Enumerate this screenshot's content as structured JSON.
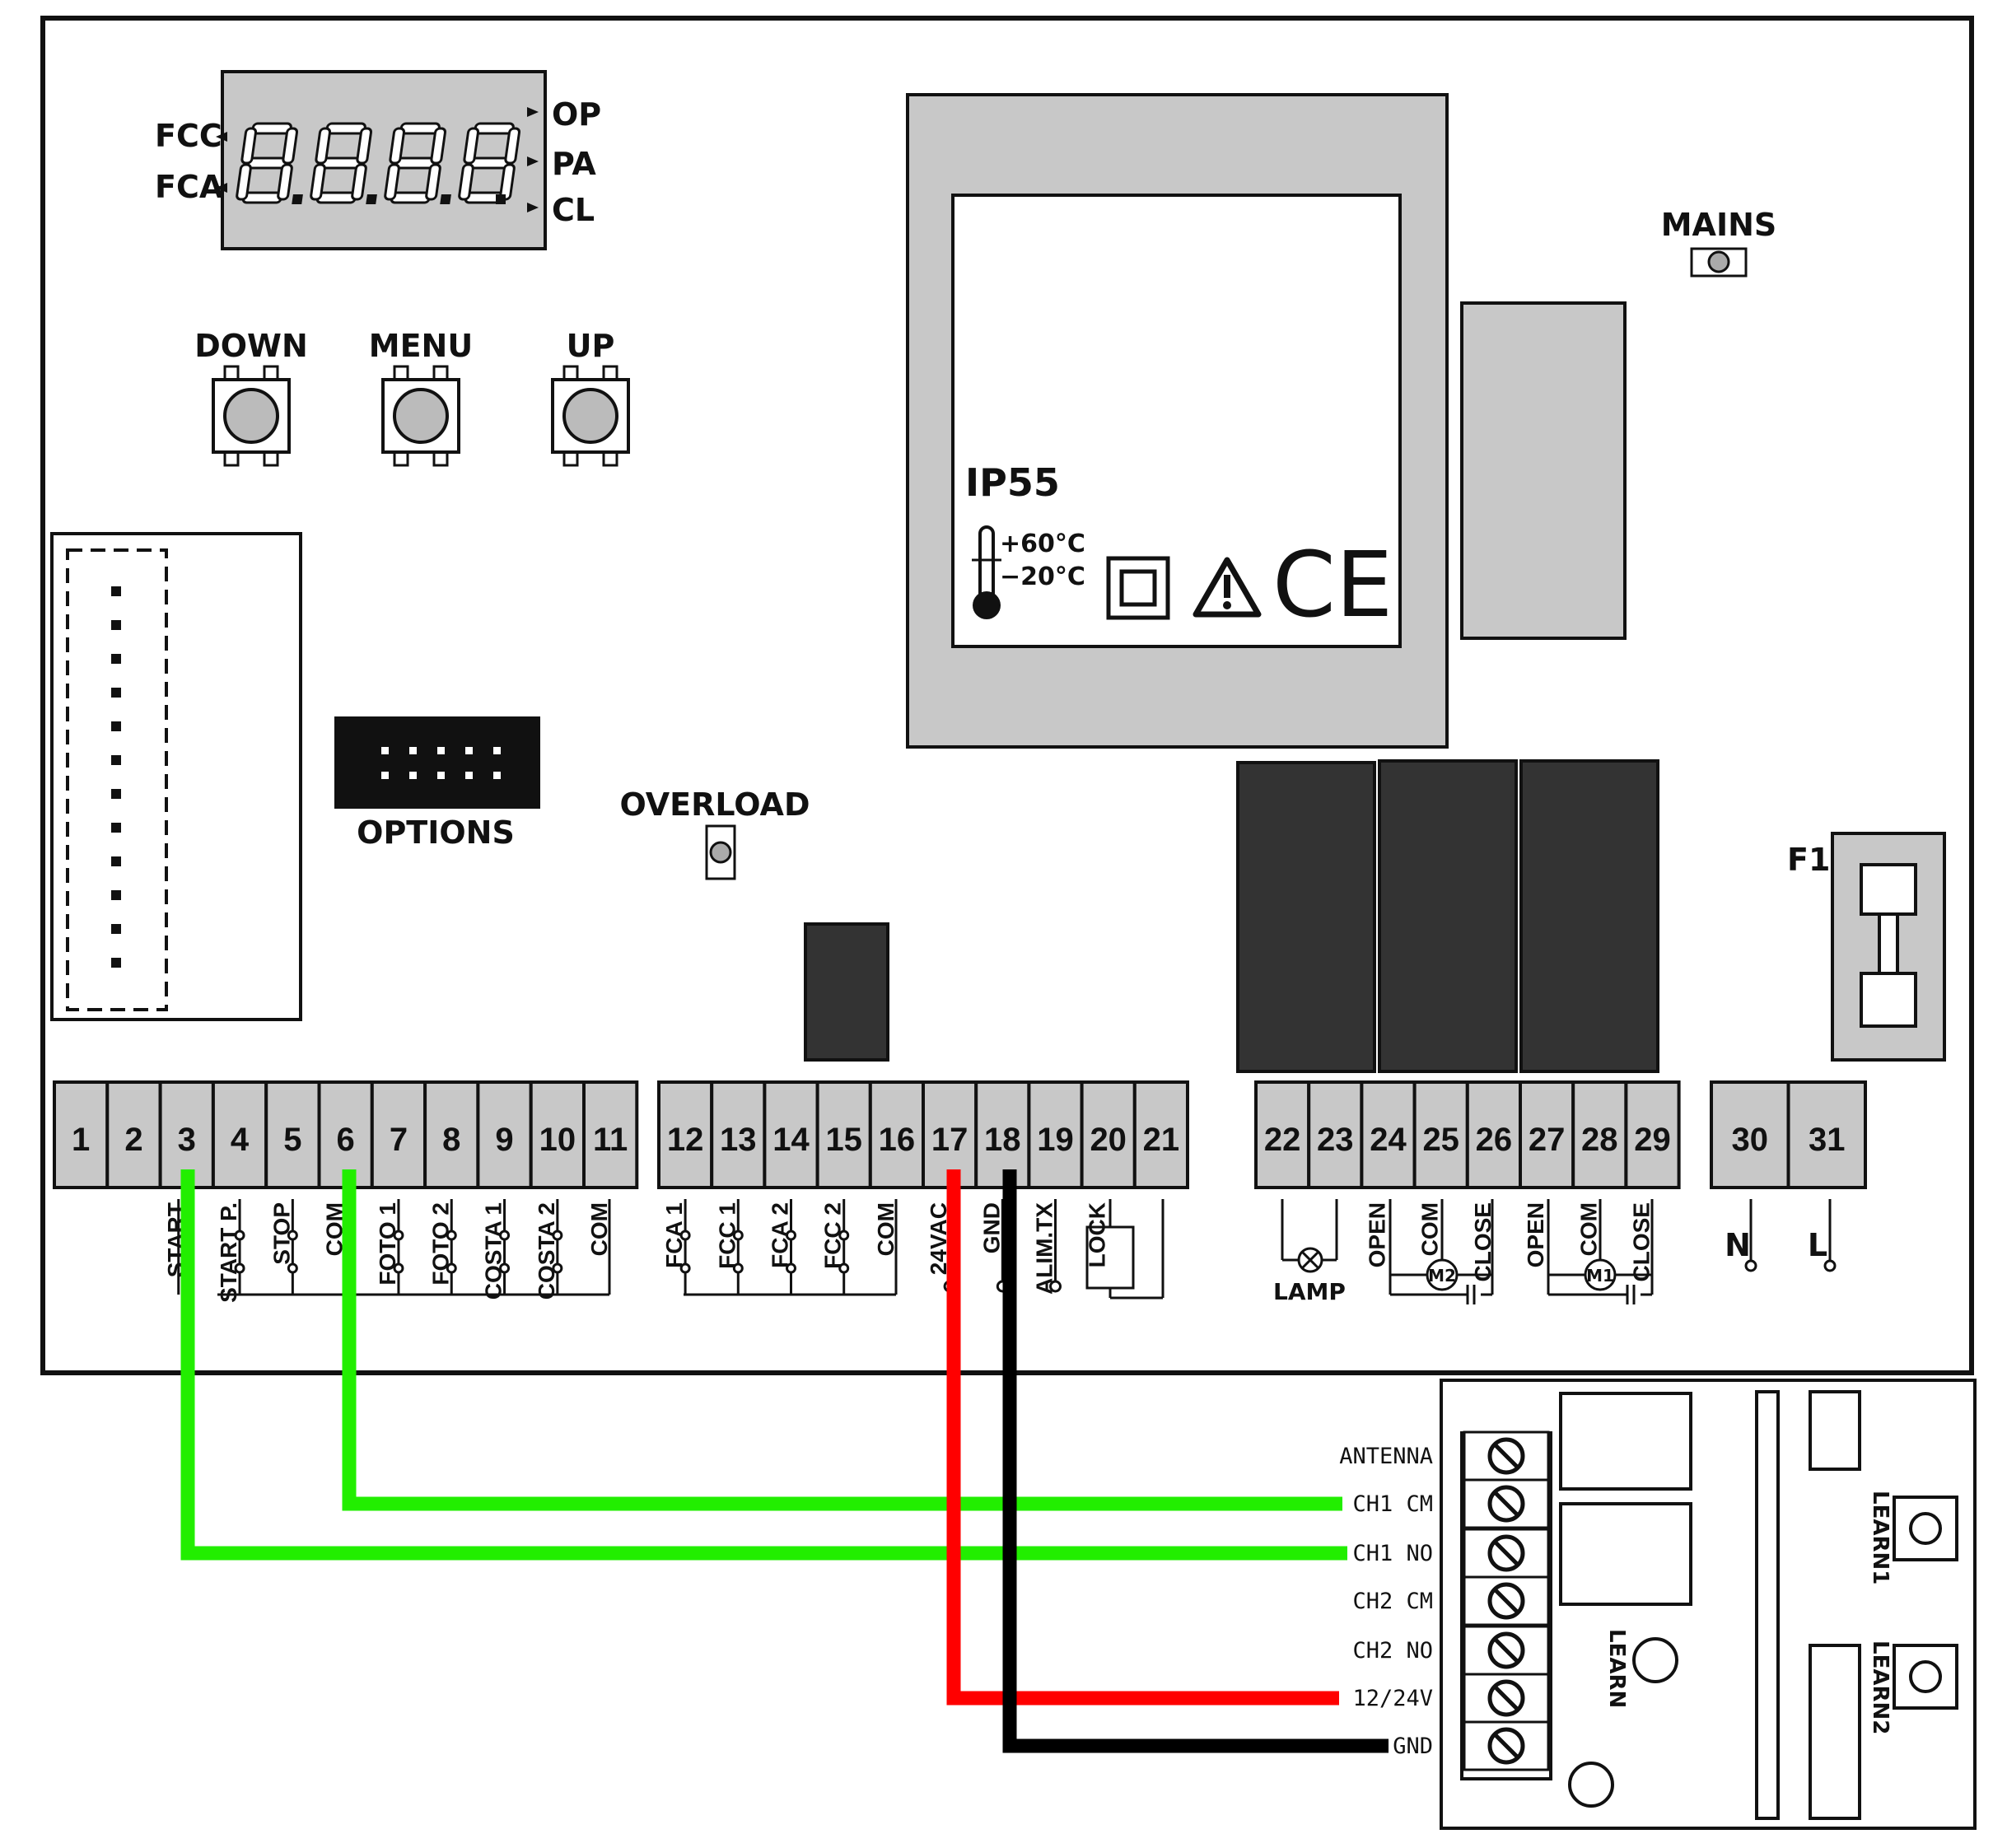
{
  "display": {
    "left_labels": [
      "FCC",
      "FCA"
    ],
    "right_labels": [
      "OP",
      "PA",
      "CL"
    ]
  },
  "buttons": [
    "DOWN",
    "MENU",
    "UP"
  ],
  "options_label": "OPTIONS",
  "overload_label": "OVERLOAD",
  "mains_label": "MAINS",
  "fuse_label": "F1",
  "label_plate": {
    "rating": "IP55",
    "temp_high": "+60°C",
    "temp_low": "−20°C",
    "mark": "CE"
  },
  "terminals": [
    {
      "group": "inputs",
      "numbers": [
        "1",
        "2",
        "3",
        "4",
        "5",
        "6",
        "7",
        "8",
        "9",
        "10",
        "11"
      ]
    },
    {
      "group": "limits",
      "numbers": [
        "12",
        "13",
        "14",
        "15",
        "16",
        "17",
        "18",
        "19",
        "20",
        "21"
      ]
    },
    {
      "group": "outputs",
      "numbers": [
        "22",
        "23",
        "24",
        "25",
        "26",
        "27",
        "28",
        "29"
      ]
    },
    {
      "group": "mains",
      "numbers": [
        "30",
        "31"
      ]
    }
  ],
  "terminal_labels": {
    "inputs": [
      "START",
      "START P.",
      "STOP",
      "COM",
      "FOTO 1",
      "FOTO 2",
      "COSTA 1",
      "COSTA 2",
      "COM"
    ],
    "limits": [
      "FCA 1",
      "FCC 1",
      "FCA 2",
      "FCC 2",
      "COM",
      "24VAC",
      "GND",
      "ALIM.TX",
      "LOCK"
    ],
    "outputs": [
      "LAMP",
      "OPEN",
      "COM",
      "CLOSE",
      "OPEN",
      "COM",
      "CLOSE"
    ],
    "motors": [
      "M2",
      "M1"
    ],
    "mains": [
      "N",
      "L"
    ]
  },
  "receiver": {
    "terminal_labels": [
      "ANTENNA",
      "CH1 CM",
      "CH1 NO",
      "CH2 CM",
      "CH2 NO",
      "12/24V",
      "GND"
    ],
    "learn": "LEARN",
    "learn1": "LEARN1",
    "learn2": "LEARN2"
  },
  "wires": [
    {
      "from_terminal": "3",
      "to": "CH1 NO",
      "color": "#22ee00"
    },
    {
      "from_terminal": "6",
      "to": "CH1 CM",
      "color": "#22ee00"
    },
    {
      "from_terminal": "17",
      "to": "12/24V",
      "color": "#ff0000"
    },
    {
      "from_terminal": "18",
      "to": "GND",
      "color": "#000000"
    }
  ],
  "colors": {
    "board_grey": "#c8c8c8",
    "relay_dark": "#333333",
    "wire_green": "#22ee00",
    "wire_red": "#ff0000",
    "wire_black": "#000000"
  }
}
